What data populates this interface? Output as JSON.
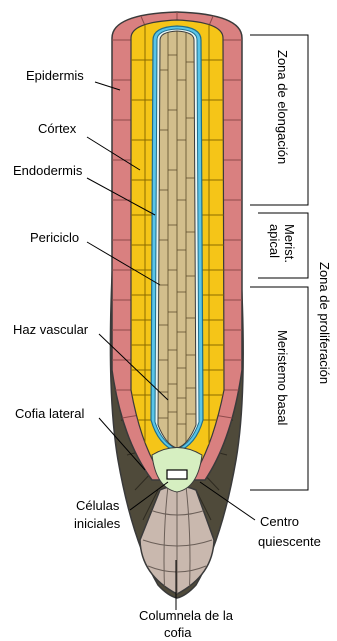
{
  "labels": {
    "epidermis": "Epidermis",
    "cortex": "Córtex",
    "endodermis": "Endodermis",
    "periciclo": "Periciclo",
    "haz_vascular": "Haz vascular",
    "cofia_lateral": "Cofia lateral",
    "celulas_iniciales_1": "Células",
    "celulas_iniciales_2": "iniciales",
    "centro_quiescente_1": "Centro",
    "centro_quiescente_2": "quiescente",
    "columnela_1": "Columnela de la",
    "columnela_2": "cofia"
  },
  "zones": {
    "elongacion": "Zona de elongación",
    "merist_apical_1": "Merist.",
    "merist_apical_2": "apical",
    "meristemo_basal": "Meristemo basal",
    "proliferacion": "Zona de proliferación"
  },
  "colors": {
    "epidermis": "#d98080",
    "cortex": "#f5c518",
    "endodermis": "#59c4e8",
    "vascular": "#d2be8c",
    "lateral_cap": "#4f4a3a",
    "columella": "#c9b8ae",
    "initials": "#d6efc1",
    "outline": "#3a3a3a"
  }
}
